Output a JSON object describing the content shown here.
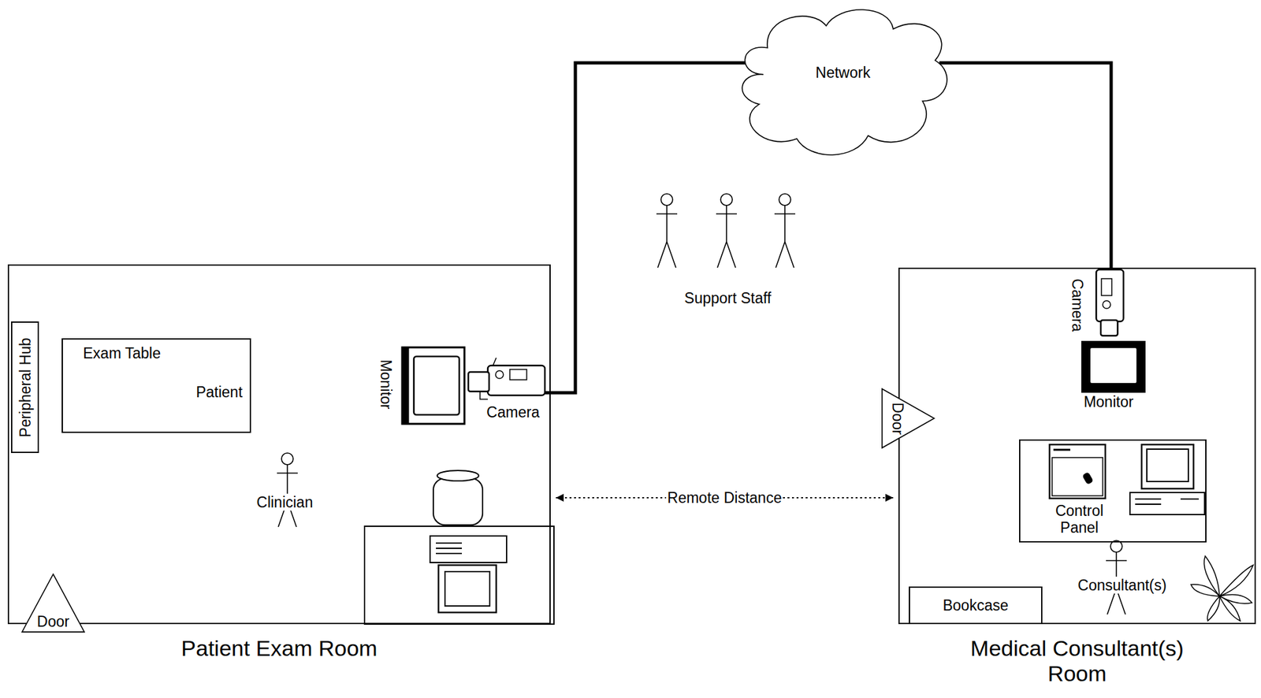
{
  "diagram": {
    "nodes": [
      {
        "text": [
          "Network"
        ]
      },
      {
        "text": [
          "Patient Exam Room"
        ]
      },
      {
        "text": [
          "Peripheral Hub"
        ],
        "in": 1
      },
      {
        "text": [
          "Exam Table"
        ],
        "in": 1
      },
      {
        "text": [
          "Door"
        ],
        "in": 1
      },
      {
        "text": [
          "Medical Consultant(s) Room"
        ]
      },
      {
        "text": [
          "Door"
        ],
        "in": 5
      },
      {
        "text": [
          "Control Panel"
        ],
        "in": 5
      },
      {
        "text": [
          "Bookcase"
        ],
        "in": 5
      }
    ],
    "edges": [
      {
        "from": 1,
        "to": 0,
        "arrow": "none"
      },
      {
        "from": 0,
        "to": 5,
        "arrow": "none"
      },
      {
        "from": 1,
        "to": 5,
        "arrow": "both",
        "label": "Remote Distance"
      }
    ],
    "labels": [
      "Support Staff",
      "Patient",
      "Monitor",
      "Camera",
      "Clinician",
      "Camera",
      "Monitor",
      "Consultant(s)"
    ]
  }
}
